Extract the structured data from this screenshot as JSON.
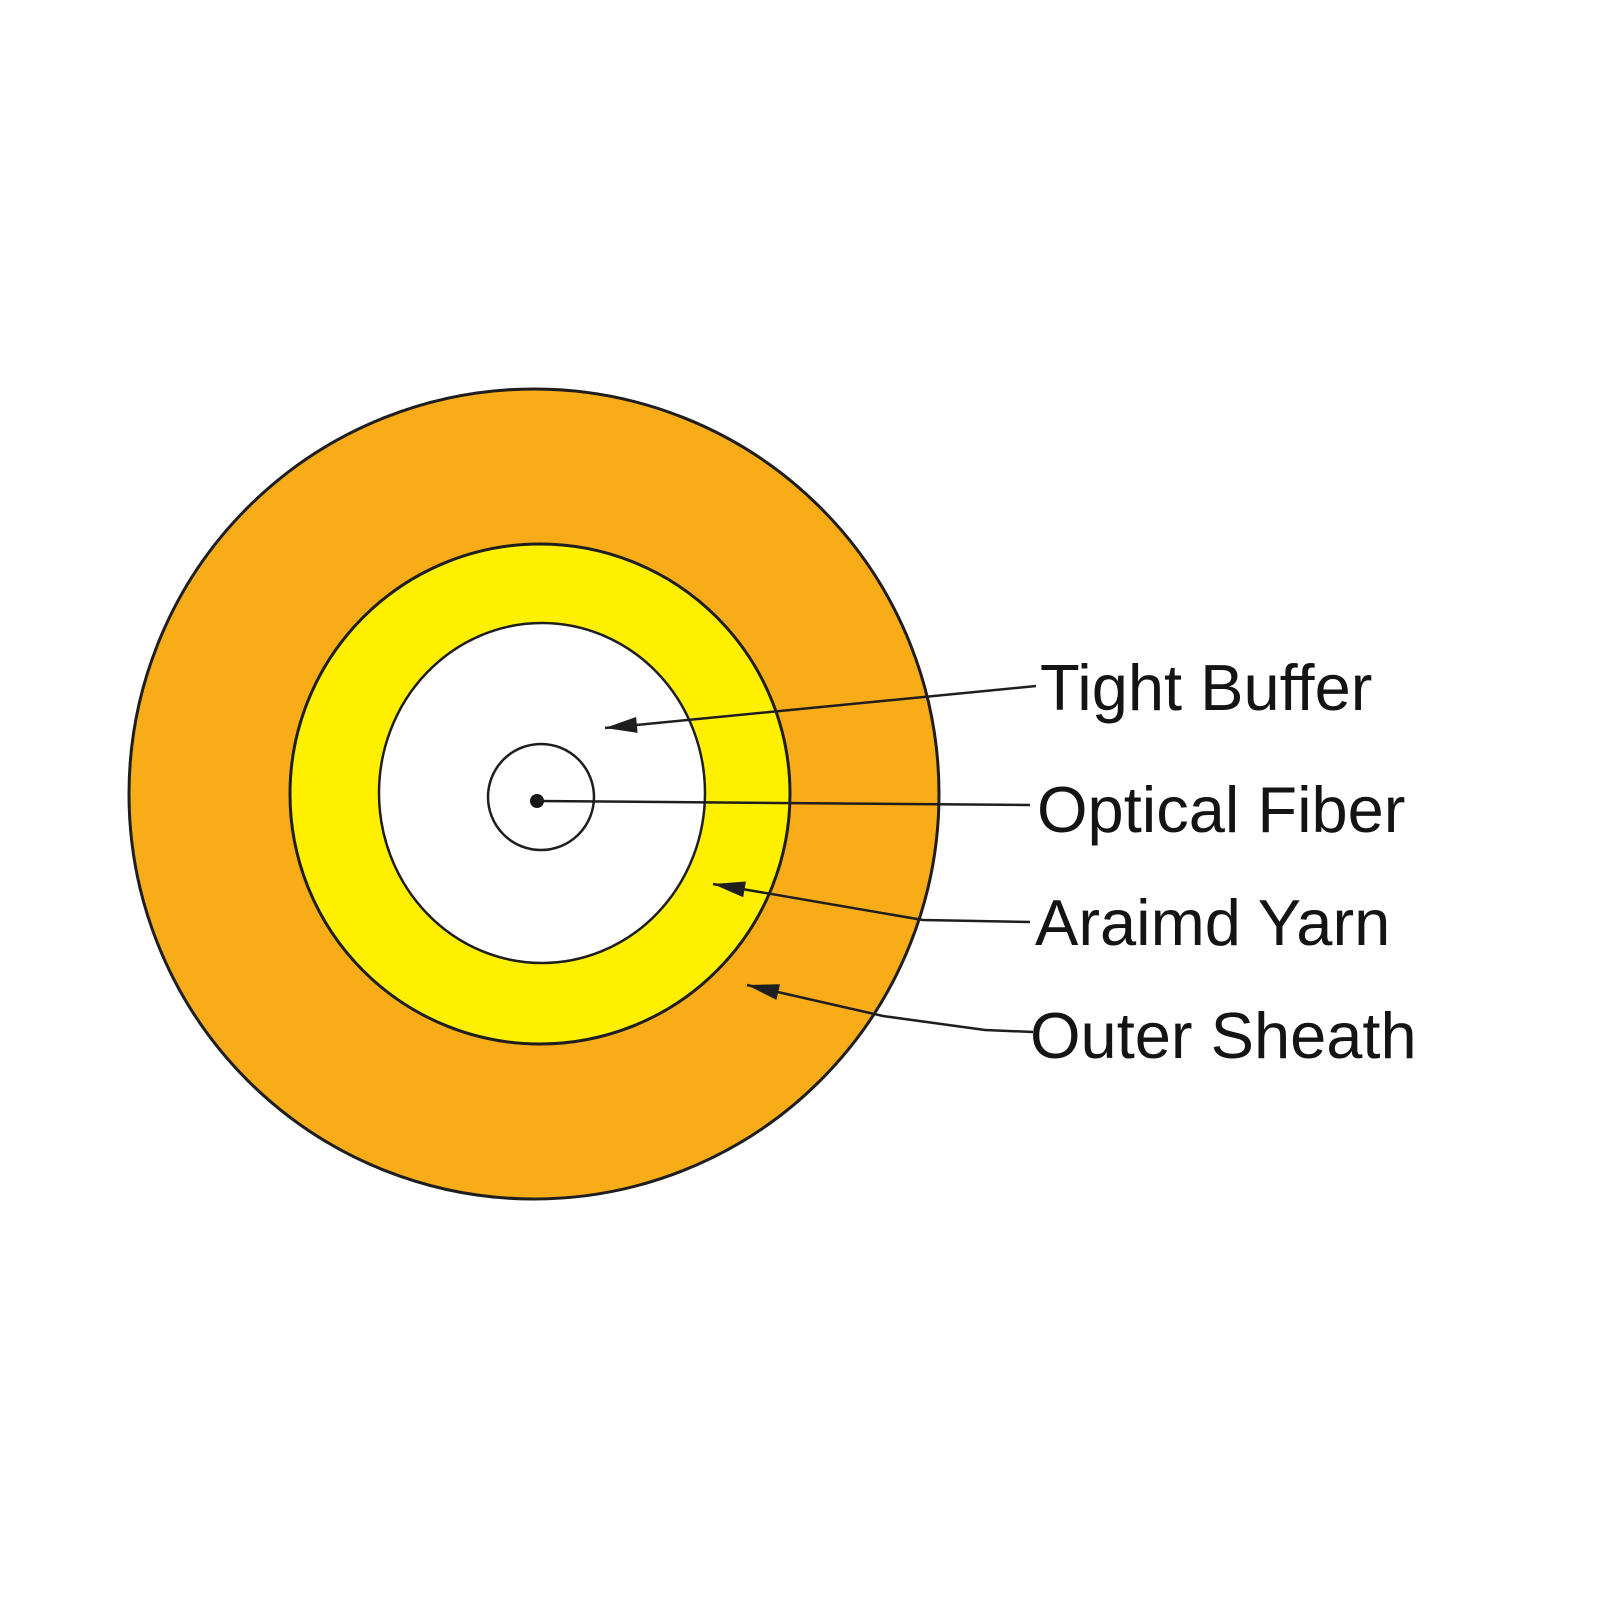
{
  "diagram": {
    "callouts": [
      {
        "label": "Tight Buffer",
        "target": "tight-buffer"
      },
      {
        "label": "Optical Fiber",
        "target": "optical-fiber"
      },
      {
        "label": "Araimd Yarn",
        "target": "aramid-yarn"
      },
      {
        "label": "Outer Sheath",
        "target": "outer-sheath"
      }
    ],
    "colors": {
      "outer_sheath": "#F8AC18",
      "aramid_yarn": "#FFF000",
      "tight_buffer": "#FFFFFF",
      "optical_fiber_dot": "#161616",
      "stroke": "#1E1E1E",
      "text": "#141414",
      "background": "#FFFFFF"
    }
  }
}
